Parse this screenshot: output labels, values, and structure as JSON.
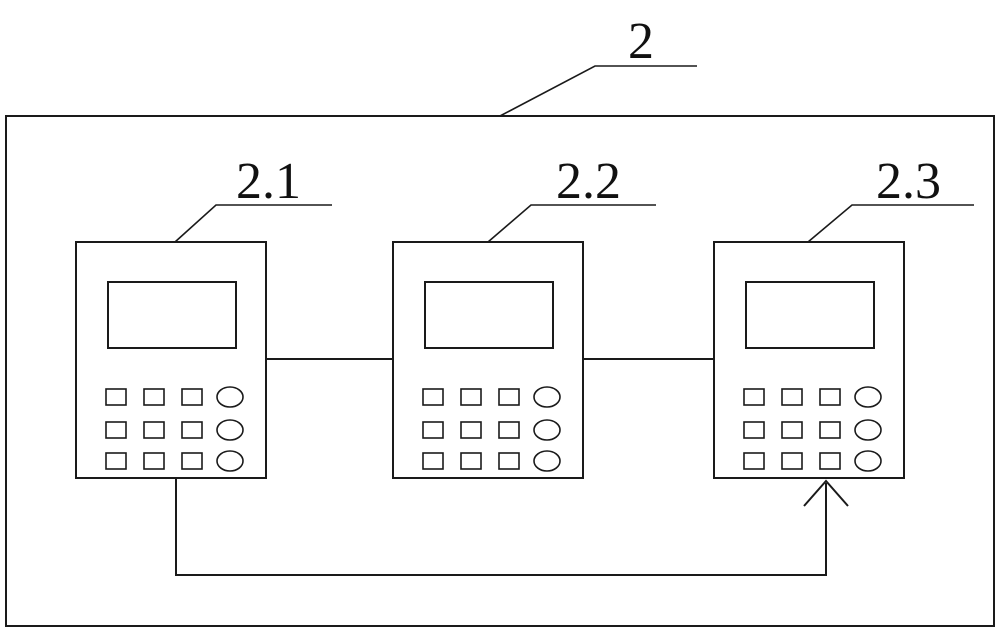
{
  "labels": {
    "system": "2",
    "device_1": "2.1",
    "device_2": "2.2",
    "device_3": "2.3"
  },
  "colors": {
    "line": "#1a1a1a",
    "background": "#ffffff"
  },
  "devices": [
    {
      "id": "device_1",
      "keypad_rows": 3,
      "square_keys_per_row": 3,
      "round_keys_per_row": 1
    },
    {
      "id": "device_2",
      "keypad_rows": 3,
      "square_keys_per_row": 3,
      "round_keys_per_row": 1
    },
    {
      "id": "device_3",
      "keypad_rows": 3,
      "square_keys_per_row": 3,
      "round_keys_per_row": 1
    }
  ]
}
